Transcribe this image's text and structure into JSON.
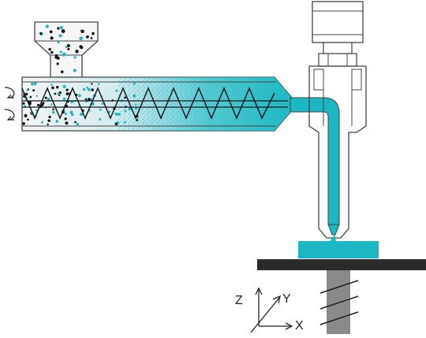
{
  "axes": {
    "z_label": "Z",
    "y_label": "Y",
    "x_label": "X"
  },
  "colors": {
    "material": "#1bb8c4",
    "outline": "#444444",
    "screw": "#1a1a1a",
    "barrel_fill": "#f4f4f4",
    "build_plate": "#2a2a2a",
    "support": "#8a8a8a",
    "granule_dark": "#111111"
  },
  "icons": [
    "feed-arrow-icon",
    "feed-arrow-icon",
    "axis-indicator-icon"
  ]
}
